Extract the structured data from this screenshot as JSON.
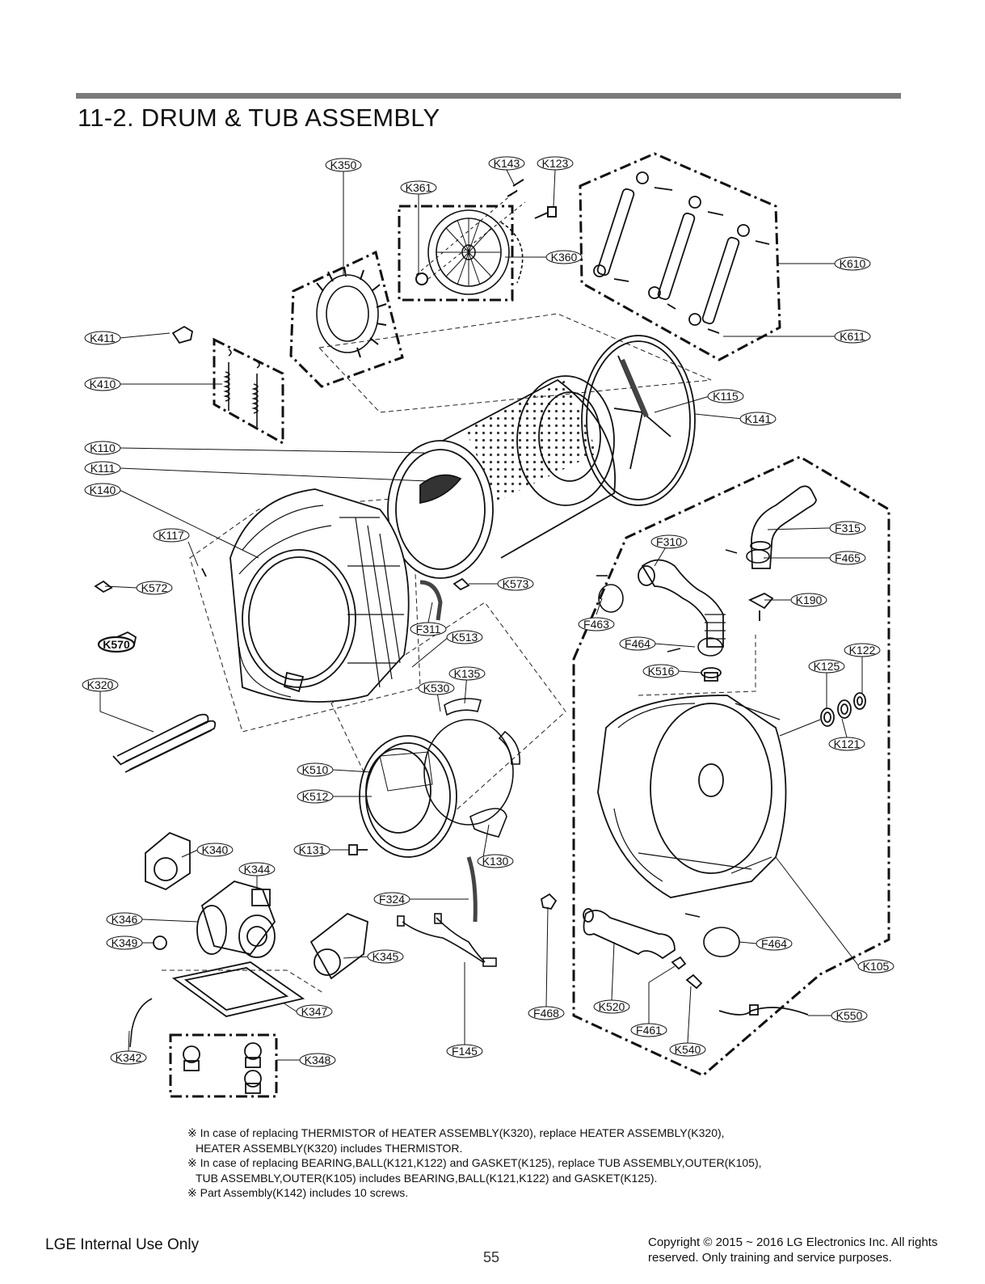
{
  "section_title": "11-2. DRUM & TUB ASSEMBLY",
  "parts": {
    "K350": "K350",
    "K143": "K143",
    "K123": "K123",
    "K361": "K361",
    "K360": "K360",
    "K610": "K610",
    "K611": "K611",
    "K411": "K411",
    "K410": "K410",
    "K115": "K115",
    "K141": "K141",
    "K110": "K110",
    "K111": "K111",
    "K140": "K140",
    "K117": "K117",
    "K572": "K572",
    "K573": "K573",
    "K570": "K570",
    "F311": "F311",
    "K513": "K513",
    "K135": "K135",
    "K530": "K530",
    "K320": "K320",
    "F310": "F310",
    "F315": "F315",
    "F465": "F465",
    "K190": "K190",
    "F463": "F463",
    "F464a": "F464",
    "K516": "K516",
    "K122": "K122",
    "K125": "K125",
    "K121": "K121",
    "K510": "K510",
    "K512": "K512",
    "K131": "K131",
    "K130": "K130",
    "K340": "K340",
    "K344": "K344",
    "K346": "K346",
    "K349": "K349",
    "F324": "F324",
    "K345": "K345",
    "F468": "F468",
    "F464b": "F464",
    "K105": "K105",
    "K347": "K347",
    "K520": "K520",
    "F461": "F461",
    "K550": "K550",
    "K540": "K540",
    "K342": "K342",
    "K348": "K348",
    "F145": "F145"
  },
  "notes": [
    "※ In case of replacing THERMISTOR of HEATER ASSEMBLY(K320), replace HEATER ASSEMBLY(K320),",
    "HEATER ASSEMBLY(K320) includes THERMISTOR.",
    "※ In case of replacing BEARING,BALL(K121,K122) and GASKET(K125), replace TUB ASSEMBLY,OUTER(K105),",
    "TUB ASSEMBLY,OUTER(K105) includes BEARING,BALL(K121,K122) and GASKET(K125).",
    "※ Part Assembly(K142) includes 10 screws."
  ],
  "footer": {
    "left": "LGE Internal Use Only",
    "page_number": "55",
    "copyright_line1": "Copyright © 2015 ~ 2016 LG Electronics Inc. All rights",
    "copyright_line2": "reserved. Only training and service purposes."
  }
}
